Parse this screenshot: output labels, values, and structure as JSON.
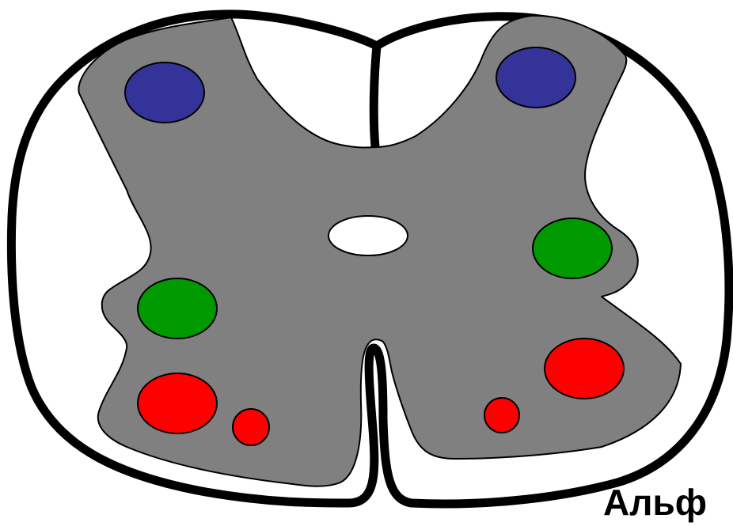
{
  "caption": "Альф",
  "colors": {
    "background": "#ffffff",
    "outline": "#000000",
    "gray_matter": "#808080",
    "central_canal": "#ffffff",
    "nucleus_blue": "#333399",
    "nucleus_green": "#009900",
    "nucleus_red": "#ff0000"
  },
  "structures": [
    "spinal-cord-outline",
    "posterior-median-septum",
    "gray-matter",
    "central-canal",
    "anterior-median-fissure"
  ],
  "nuclei": [
    {
      "id": "left-dorsal",
      "color": "blue"
    },
    {
      "id": "right-dorsal",
      "color": "blue"
    },
    {
      "id": "left-lateral",
      "color": "green"
    },
    {
      "id": "right-lateral",
      "color": "green"
    },
    {
      "id": "left-ventral-large",
      "color": "red"
    },
    {
      "id": "left-ventral-small",
      "color": "red"
    },
    {
      "id": "right-ventral-large",
      "color": "red"
    },
    {
      "id": "right-ventral-small",
      "color": "red"
    }
  ]
}
